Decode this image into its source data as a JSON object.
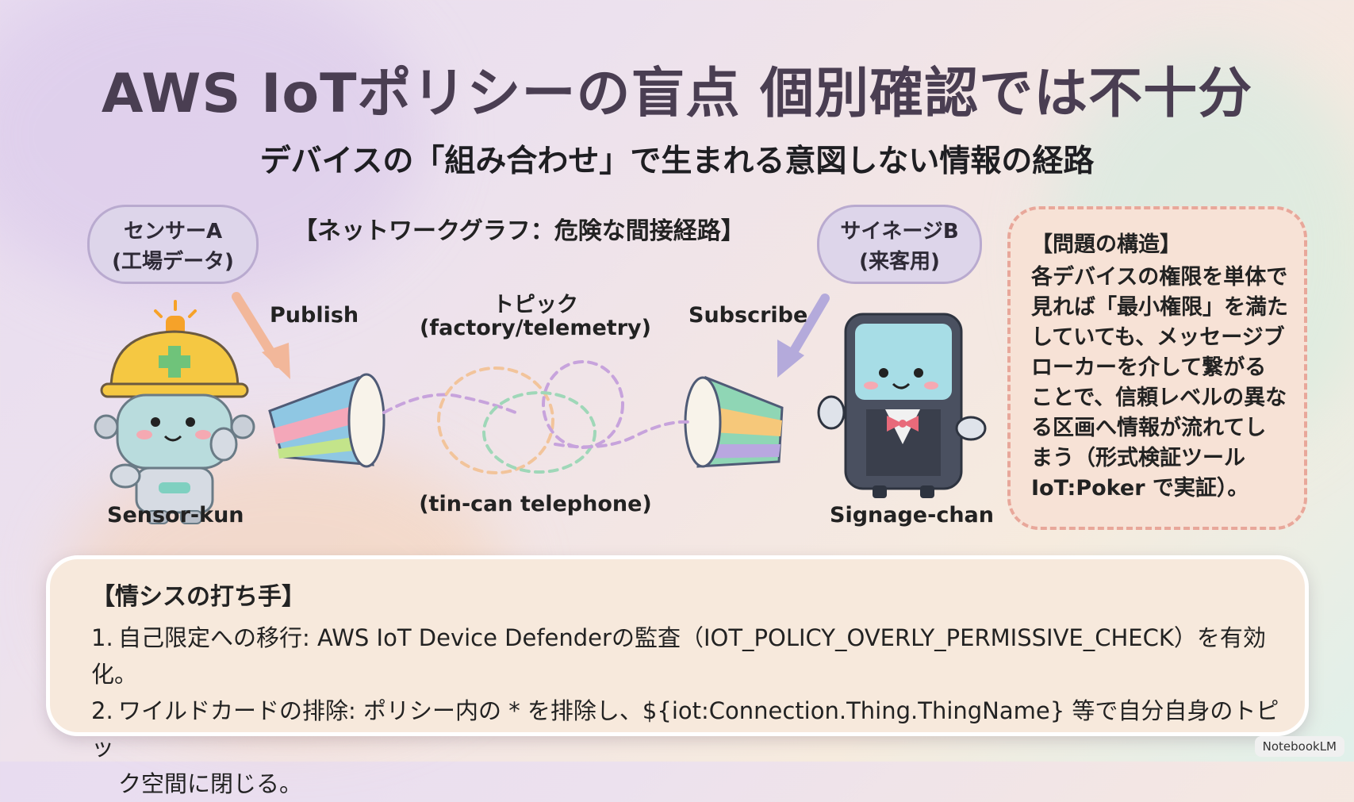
{
  "title": "AWS IoTポリシーの盲点 個別確認では不十分",
  "subtitle": "デバイスの「組み合わせ」で生まれる意図しない情報の経路",
  "graph_heading": "【ネットワークグラフ：危険な間接経路】",
  "sensor": {
    "pill_line1": "センサーA",
    "pill_line2": "(工場データ)",
    "name": "Sensor-kun",
    "action": "Publish"
  },
  "signage": {
    "pill_line1": "サイネージB",
    "pill_line2": "(来客用)",
    "name": "Signage-chan",
    "action": "Subscribe"
  },
  "topic": {
    "label": "トピック",
    "path": "(factory/telemetry)",
    "caption": "(tin-can telephone)"
  },
  "problem": {
    "heading": "【問題の構造】",
    "lines": [
      "各デバイスの権限を単体で",
      "見れば「最小権限」を満た",
      "していても、メッセージブ",
      "ローカーを介して繋がる",
      "ことで、信頼レベルの異な",
      "る区画へ情報が流れてし",
      "まう（形式検証ツール",
      "IoT:Poker で実証）。"
    ]
  },
  "solution": {
    "heading": "【情シスの打ち手】",
    "item1_num": "1.",
    "item1": "自己限定への移行:  AWS IoT Device Defenderの監査（IOT_POLICY_OVERLY_PERMISSIVE_CHECK）を有効化。",
    "item2_num": "2.",
    "item2_line1": "ワイルドカードの排除:  ポリシー内の * を排除し、${iot:Connection.Thing.ThingName} 等で自分自身のトピッ",
    "item2_line2": "ク空間に閉じる。"
  },
  "watermark": "NotebookLM",
  "colors": {
    "title": "#4a3e52",
    "pill_bg": "#ddd5ea",
    "problem_border": "#e8a79a",
    "arrow_publish": "#f2b79a",
    "arrow_subscribe": "#b4aadb"
  }
}
